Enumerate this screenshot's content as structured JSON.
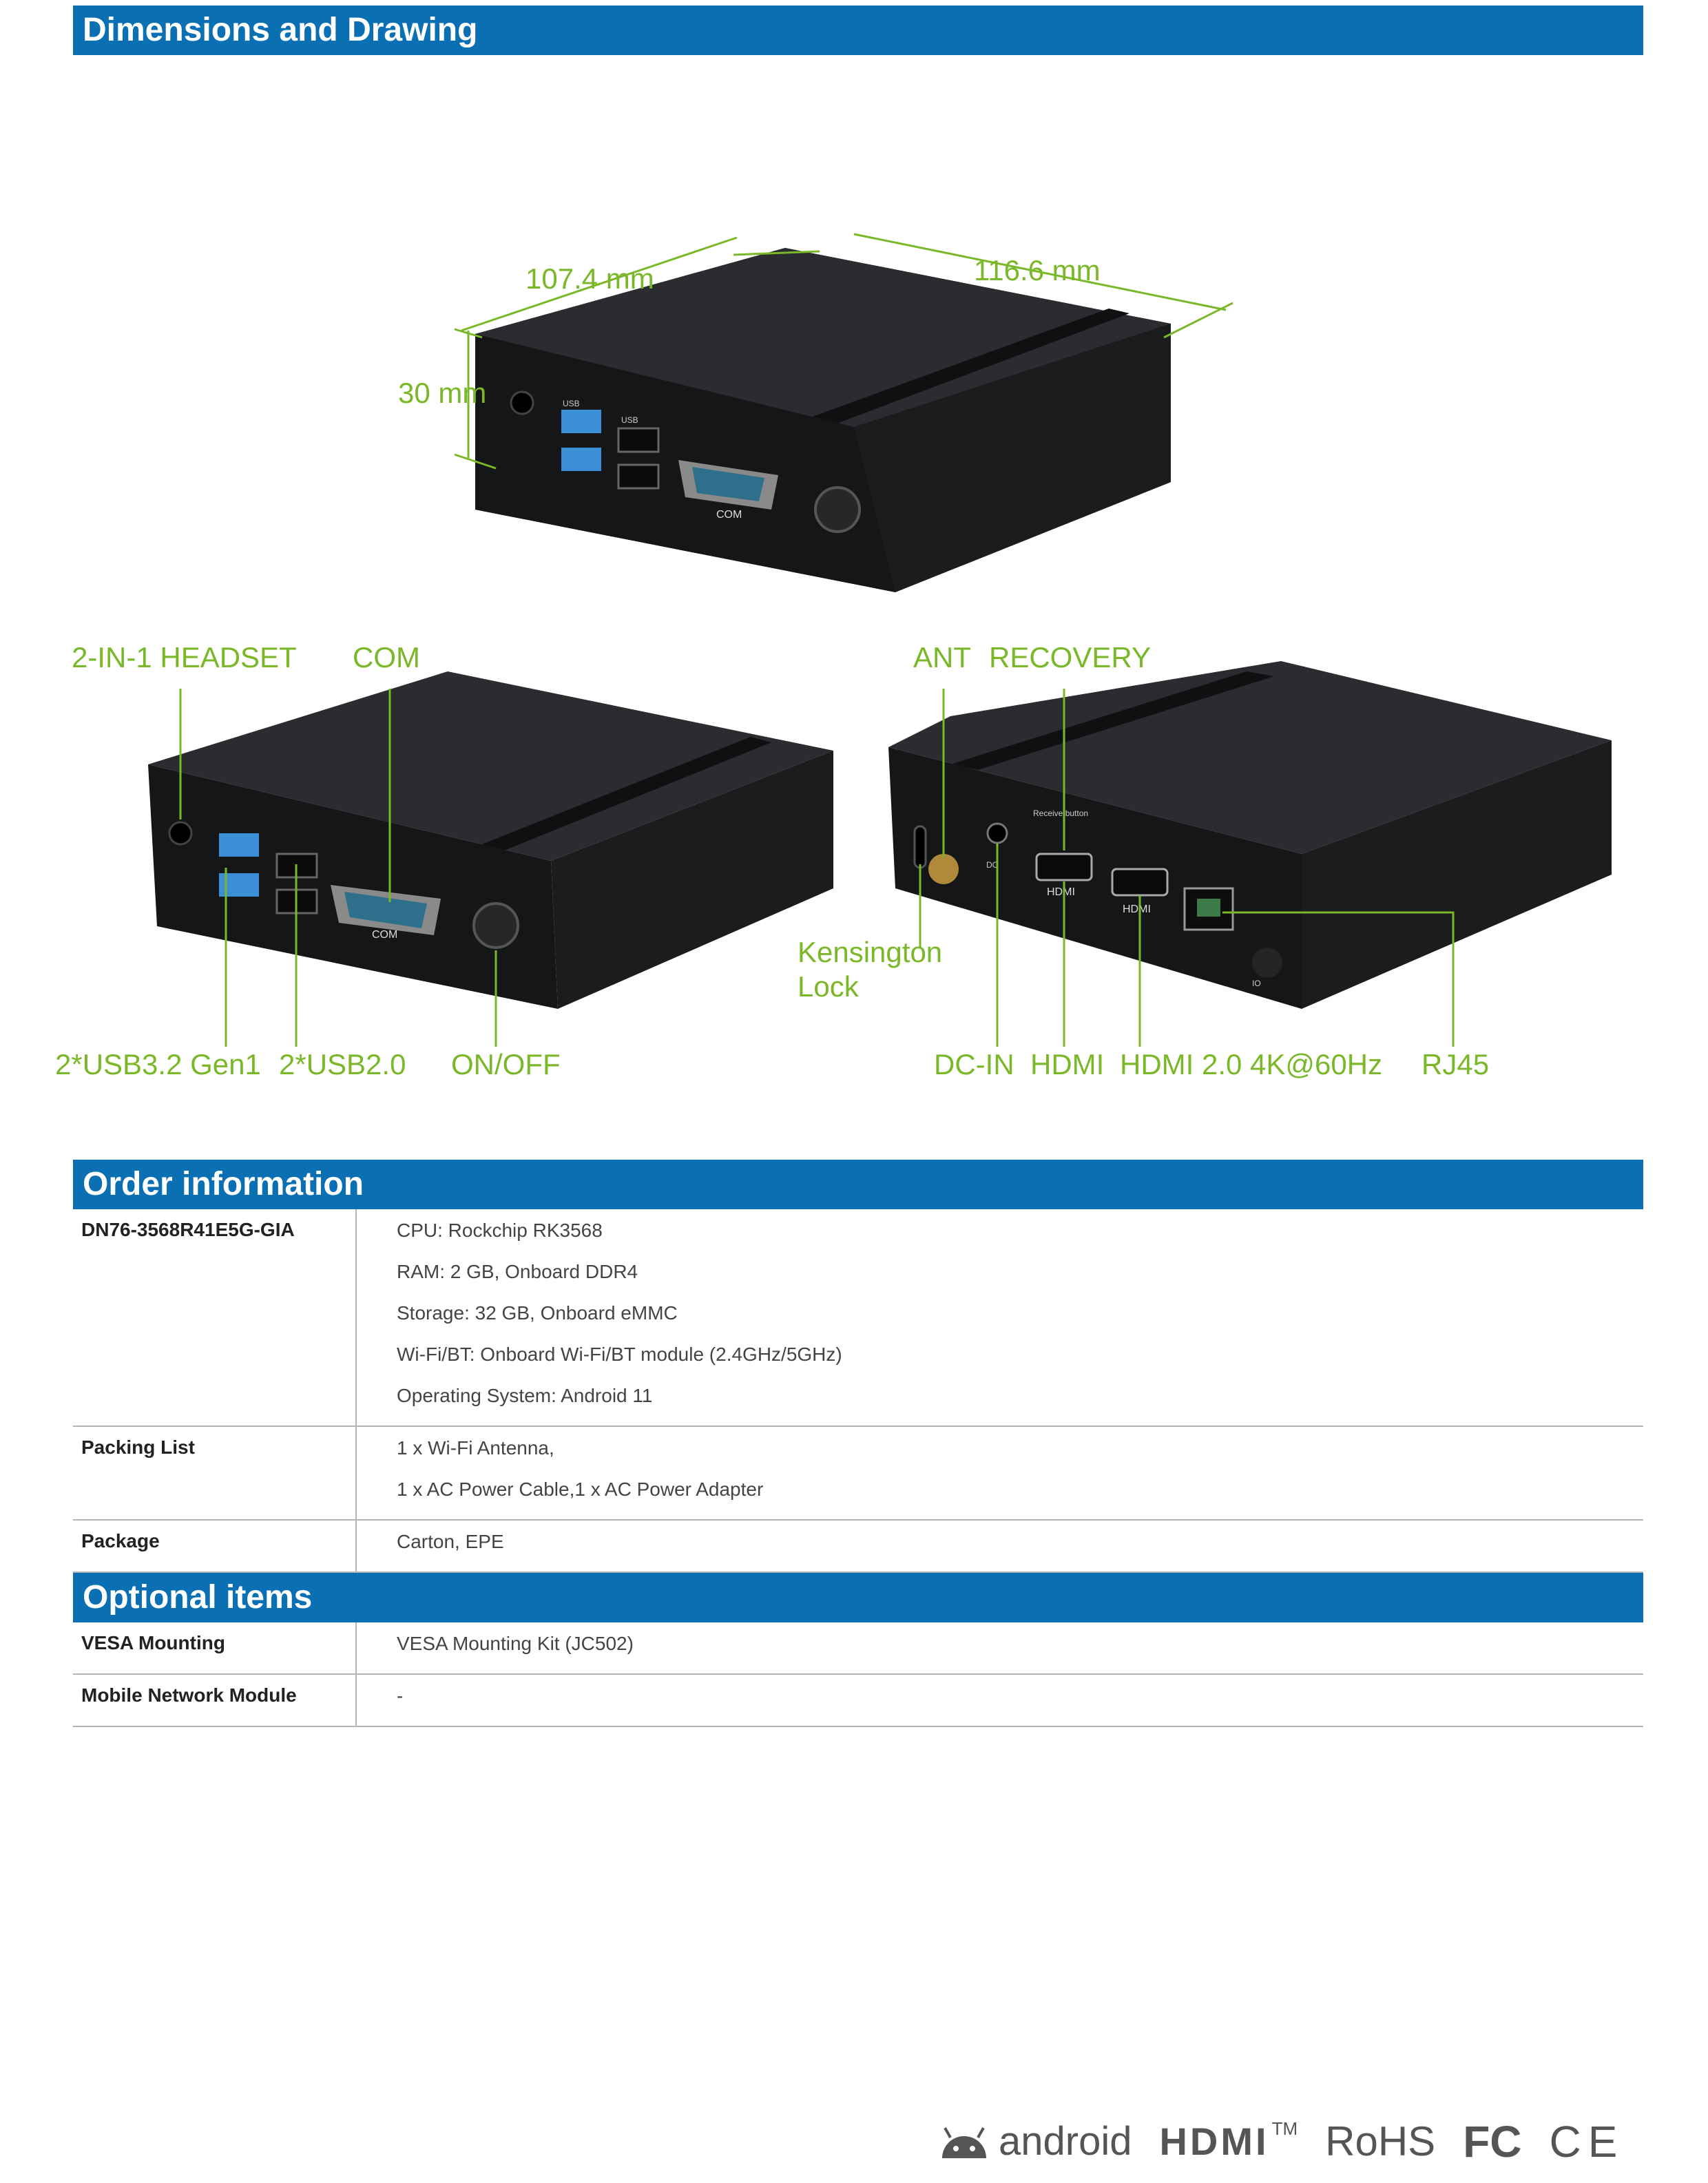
{
  "sections": {
    "dimensions_title": "Dimensions and Drawing",
    "order_title": "Order information",
    "optional_title": "Optional items"
  },
  "dimensions": {
    "depth": "107.4 mm",
    "width": "116.6 mm",
    "height": "30 mm"
  },
  "device_labels": {
    "front_small": {
      "usb": "USB",
      "com": "COM"
    },
    "rear_small": {
      "receive_button": "Receive button",
      "hdmi": "HDMI",
      "dc": "DC",
      "io": "IO"
    }
  },
  "callouts": {
    "headset": "2-IN-1 HEADSET",
    "com": "COM",
    "usb3": "2*USB3.2 Gen1",
    "usb2": "2*USB2.0",
    "onoff": "ON/OFF",
    "ant": "ANT",
    "recovery": "RECOVERY",
    "kensington_line1": "Kensington",
    "kensington_line2": "Lock",
    "dcin": "DC-IN",
    "hdmi": "HDMI",
    "hdmi2": "HDMI 2.0 4K@60Hz",
    "rj45": "RJ45"
  },
  "order_rows": [
    {
      "key": "DN76-3568R41E5G-GIA",
      "values": [
        "CPU: Rockchip RK3568",
        "RAM: 2 GB, Onboard DDR4",
        "Storage: 32 GB, Onboard eMMC",
        "Wi-Fi/BT: Onboard Wi-Fi/BT module (2.4GHz/5GHz)",
        "Operating System: Android 11"
      ]
    },
    {
      "key": "Packing List",
      "values": [
        "1 x Wi-Fi Antenna,",
        "1 x AC Power Cable,1 x AC Power Adapter"
      ]
    },
    {
      "key": "Package",
      "values": [
        "Carton, EPE"
      ]
    }
  ],
  "optional_rows": [
    {
      "key": "VESA Mounting",
      "values": [
        "VESA Mounting Kit (JC502)"
      ]
    },
    {
      "key": "Mobile Network Module",
      "values": [
        "-"
      ]
    }
  ],
  "logos": {
    "android": "android",
    "hdmi": "HDMI",
    "tm": "TM",
    "rohs": "RoHS",
    "fc": "FC",
    "ce": "CE"
  },
  "colors": {
    "section_bar": "#0a6fb3",
    "callout_green": "#7ab829",
    "device_body": "#1e1f21"
  }
}
